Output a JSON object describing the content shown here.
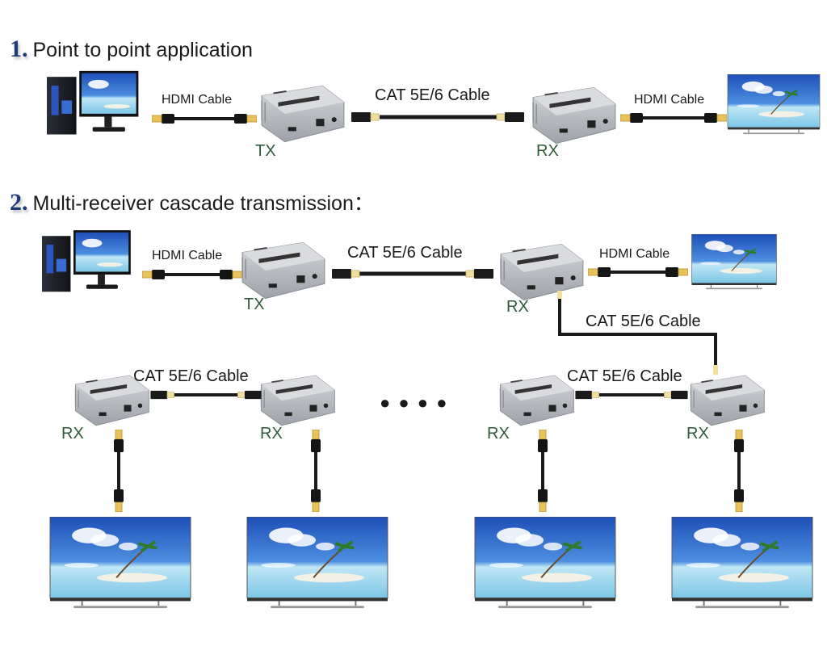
{
  "sections": [
    {
      "number": "1.",
      "title": "Point to point application",
      "labels": {
        "hdmi_left": "HDMI Cable",
        "cat": "CAT 5E/6 Cable",
        "hdmi_right": "HDMI Cable",
        "tx": "TX",
        "rx": "RX"
      }
    },
    {
      "number": "2.",
      "title": "Multi-receiver cascade transmission：",
      "labels": {
        "hdmi_left": "HDMI Cable",
        "cat_main": "CAT 5E/6 Cable",
        "hdmi_right": "HDMI Cable",
        "cat_down": "CAT 5E/6 Cable",
        "cat_left_pair": "CAT 5E/6 Cable",
        "cat_right_pair": "CAT 5E/6 Cable",
        "tx": "TX",
        "rx_main": "RX",
        "rx_units": [
          "RX",
          "RX",
          "RX",
          "RX"
        ],
        "ellipsis": "● ● ● ●"
      }
    }
  ],
  "colors": {
    "title_number": "#1f3a7a",
    "unit_label": "#2f5a3a",
    "cable": "#1a1a1a",
    "connector_gold": "#e8c25a",
    "device_body": "#b9bcc2",
    "screen_sky": "#2a5fc4",
    "screen_sea": "#8fd0ea"
  }
}
